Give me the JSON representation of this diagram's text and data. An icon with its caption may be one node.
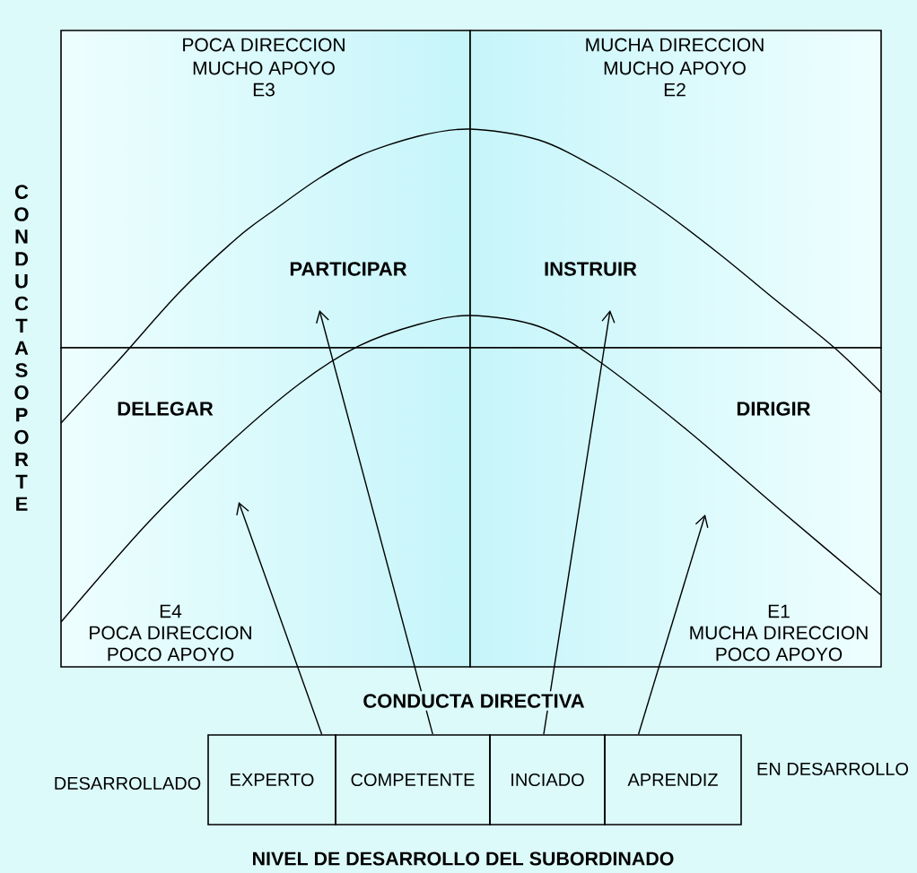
{
  "diagram": {
    "nodes": [
      {
        "text": [
          "PARTICIPAR"
        ]
      },
      {
        "text": [
          "INSTRUIR"
        ]
      },
      {
        "text": [
          "DELEGAR"
        ]
      },
      {
        "text": [
          "DIRIGIR"
        ]
      },
      {
        "text": [
          "EXPERTO"
        ],
        "beside": [
          "DESARROLLADO"
        ]
      },
      {
        "text": [
          "COMPETENTE"
        ]
      },
      {
        "text": [
          "INCIADO"
        ]
      },
      {
        "text": [
          "APRENDIZ"
        ],
        "beside": [
          "EN DESARROLLO"
        ]
      }
    ],
    "edges": [
      {
        "from": 4,
        "to": 2,
        "arrow": "to"
      },
      {
        "from": 5,
        "to": 0,
        "arrow": "to"
      },
      {
        "from": 6,
        "to": 1,
        "arrow": "to"
      },
      {
        "from": 7,
        "to": 3,
        "arrow": "to"
      }
    ],
    "labels": [
      "POCA DIRECCION",
      "MUCHO APOYO",
      "E3",
      "MUCHA DIRECCION",
      "MUCHO APOYO",
      "E2",
      "CONDUCTA SOPORTE",
      "E4",
      "POCA DIRECCION",
      "POCO APOYO",
      "E1",
      "MUCHA DIRECCION",
      "POCO APOYO",
      "CONDUCTA DIRECTIVA",
      "NIVEL DE DESARROLLO DEL SUBORDINADO"
    ]
  }
}
